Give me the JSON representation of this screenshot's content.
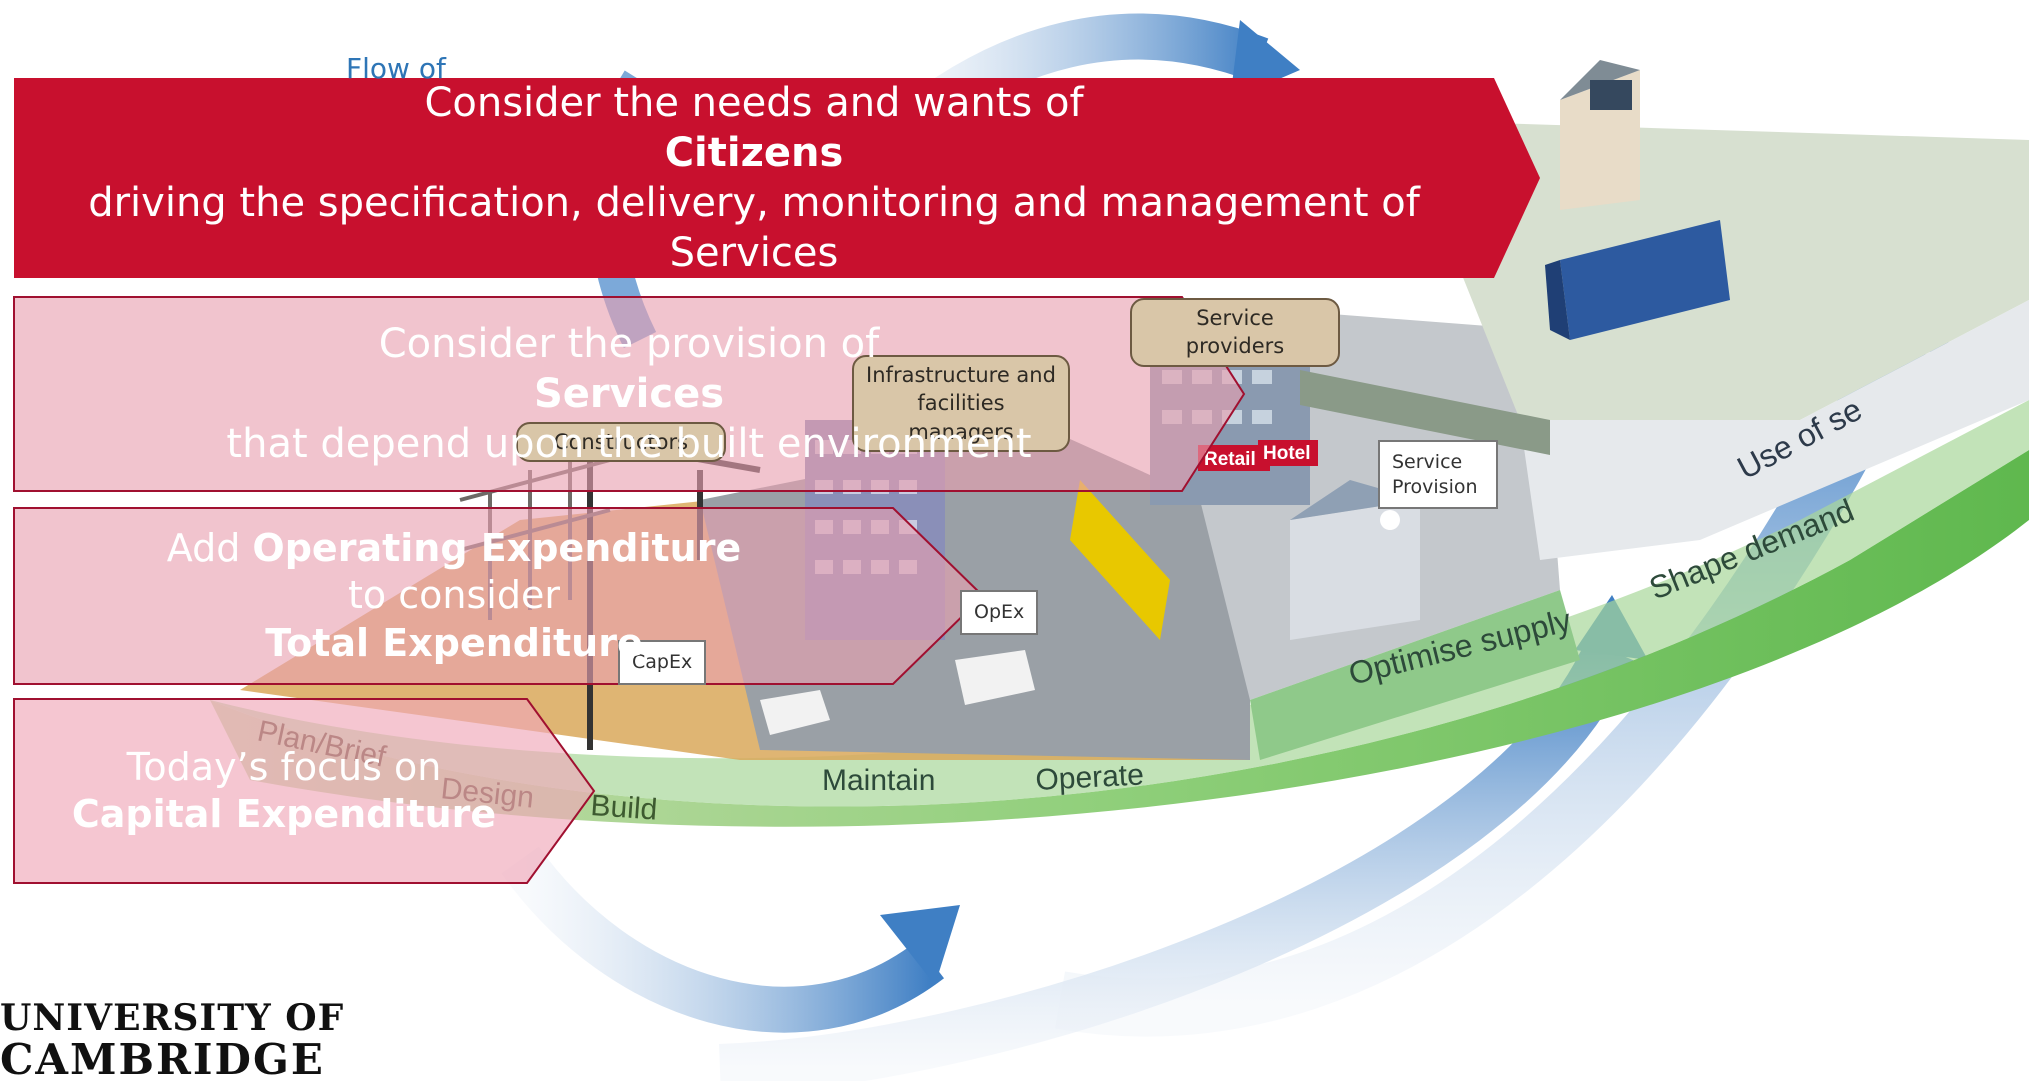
{
  "banners": {
    "citizens": {
      "line1": "Consider the needs and wants of",
      "line2": "Citizens",
      "line3": "driving the specification, delivery, monitoring and management of Services"
    },
    "services": {
      "line1": "Consider the provision of",
      "line2": "Services",
      "line3": "that depend upon the built environment"
    },
    "opex": {
      "line1_pre": "Add ",
      "line1_bold": "Operating Expenditure",
      "line2": "to consider",
      "line3": "Total Expenditure"
    },
    "capex": {
      "line1": "Today’s focus on",
      "line2": "Capital Expenditure"
    }
  },
  "labels": {
    "flow_of": "Flow of",
    "service_providers": "Service providers",
    "infrastructure_managers": "Infrastructure and facilities managers",
    "constructors": "Constructors",
    "opex_tag": "OpEx",
    "capex_tag": "CapEx",
    "service_provision": "Service Provision",
    "retail": "Retail",
    "hotel": "Hotel"
  },
  "stages": {
    "plan_brief": "Plan/Brief",
    "design": "Design",
    "build": "Build",
    "maintain": "Maintain",
    "operate": "Operate",
    "optimise_supply": "Optimise supply",
    "shape_demand": "Shape demand",
    "use_of_services": "Use of se"
  },
  "logo": {
    "line1": "UNIVERSITY OF",
    "line2": "CAMBRIDGE"
  },
  "colors": {
    "banner_dark": "#c8102e",
    "banner_light": "#e8a0b0",
    "arrow_blue": "#4a86c8",
    "ring_green": "#7cc36a",
    "accent_text": "#2e75b6"
  }
}
